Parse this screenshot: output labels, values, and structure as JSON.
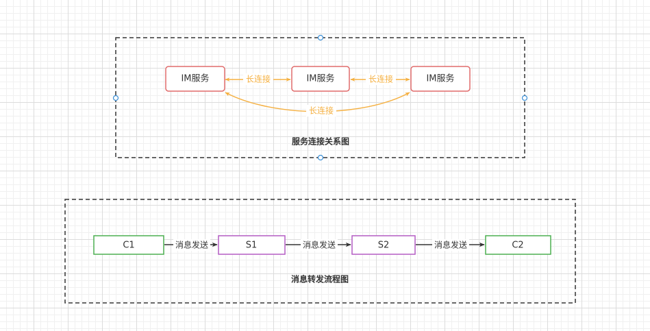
{
  "colors": {
    "im_node_stroke": "#e06b6b",
    "client_node_stroke": "#4caf50",
    "server_node_stroke": "#b45cc4",
    "long_connection": "#f5b041",
    "message_arrow": "#333333",
    "container_border": "#333333",
    "selection_handle": "#3b8fd6"
  },
  "service_diagram": {
    "caption": "服务连接关系图",
    "nodes": [
      "IM服务",
      "IM服务",
      "IM服务"
    ],
    "edges": [
      "长连接",
      "长连接",
      "长连接"
    ]
  },
  "message_flow": {
    "caption": "消息转发流程图",
    "nodes": [
      "C1",
      "S1",
      "S2",
      "C2"
    ],
    "edges": [
      "消息发送",
      "消息发送",
      "消息发送"
    ]
  }
}
